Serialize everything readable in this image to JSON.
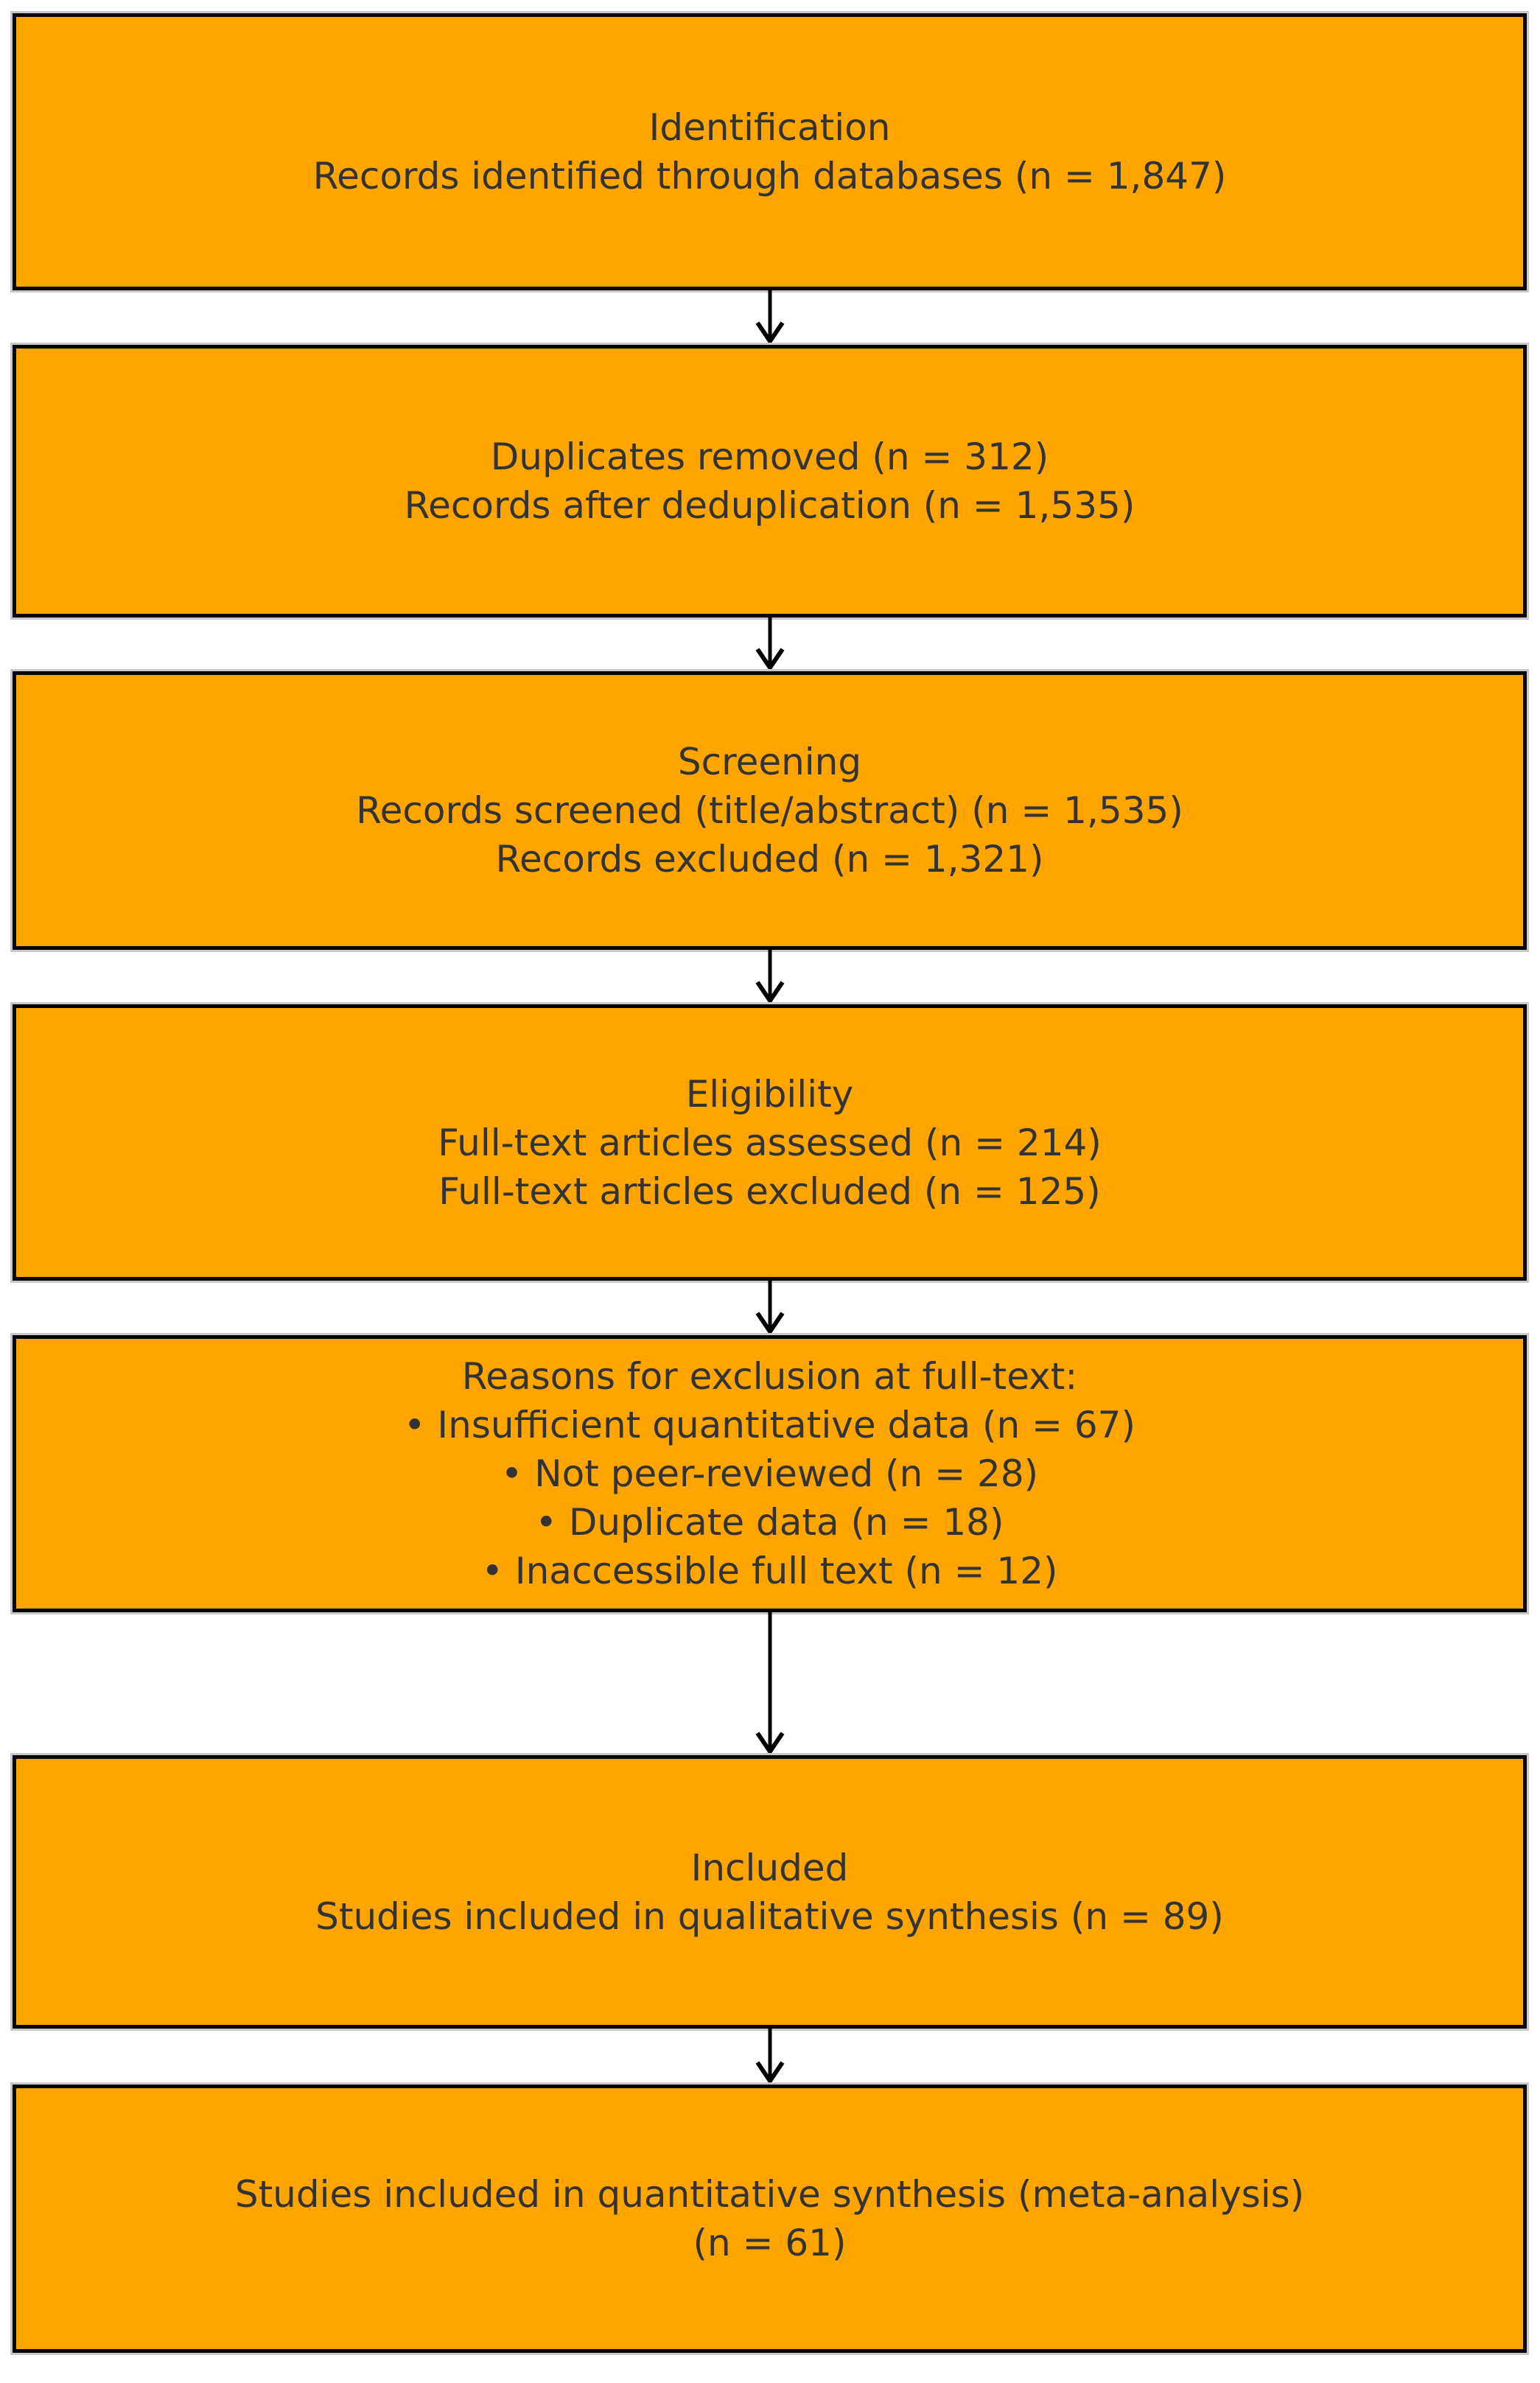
{
  "colors": {
    "background": "#FFFFFF",
    "box_fill": "#FFA500",
    "box_border": "#000000",
    "box_outline": "#C8C8C8",
    "text": "#333333",
    "arrow": "#000000"
  },
  "boxes": [
    {
      "id": "identification",
      "lines": [
        "Identification",
        "Records identified through databases (n = 1,847)"
      ]
    },
    {
      "id": "deduplication",
      "lines": [
        "Duplicates removed (n = 312)",
        "Records after deduplication (n = 1,535)"
      ]
    },
    {
      "id": "screening",
      "lines": [
        "Screening",
        "Records screened (title/abstract) (n = 1,535)",
        "Records excluded (n = 1,321)"
      ]
    },
    {
      "id": "eligibility",
      "lines": [
        "Eligibility",
        "Full-text articles assessed (n = 214)",
        "Full-text articles excluded (n = 125)"
      ]
    },
    {
      "id": "exclusion-reasons",
      "lines": [
        "Reasons for exclusion at full-text:",
        "• Insufficient quantitative data (n = 67)",
        "• Not peer-reviewed (n = 28)",
        "• Duplicate data (n = 18)",
        "• Inaccessible full text (n = 12)"
      ]
    },
    {
      "id": "included-qualitative",
      "lines": [
        "Included",
        "Studies included in qualitative synthesis (n = 89)"
      ]
    },
    {
      "id": "included-quantitative",
      "lines": [
        "Studies included in quantitative synthesis (meta-analysis)",
        "(n = 61)"
      ]
    }
  ]
}
